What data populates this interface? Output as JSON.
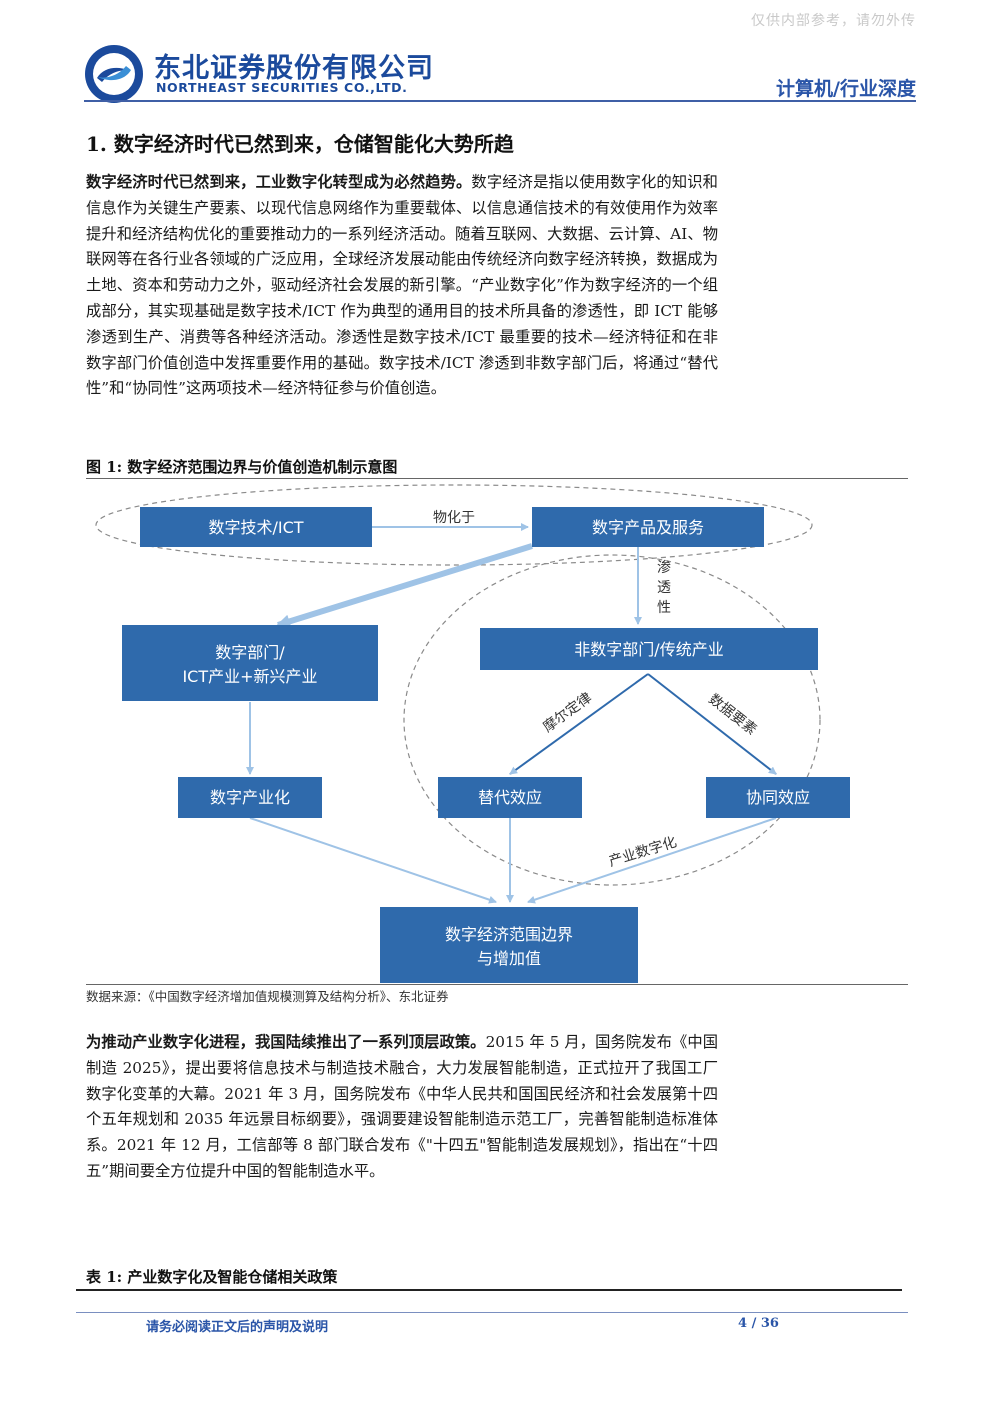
{
  "watermark": "仅供内部参考，请勿外传",
  "header": {
    "company_cn": "东北证券股份有限公司",
    "company_en": "NORTHEAST SECURITIES CO.,LTD.",
    "category": "计算机/行业深度"
  },
  "section": {
    "title": "1.  数字经济时代已然到来，仓储智能化大势所趋"
  },
  "para1": {
    "lead": "数字经济时代已然到来，工业数字化转型成为必然趋势。",
    "body": "数字经济是指以使用数字化的知识和信息作为关键生产要素、以现代信息网络作为重要载体、以信息通信技术的有效使用作为效率提升和经济结构优化的重要推动力的一系列经济活动。随着互联网、大数据、云计算、AI、物联网等在各行业各领域的广泛应用，全球经济发展动能由传统经济向数字经济转换，数据成为土地、资本和劳动力之外，驱动经济社会发展的新引擎。“产业数字化”作为数字经济的一个组成部分，其实现基础是数字技术/ICT 作为典型的通用目的技术所具备的渗透性，即 ICT 能够渗透到生产、消费等各种经济活动。渗透性是数字技术/ICT 最重要的技术—经济特征和在非数字部门价值创造中发挥重要作用的基础。数字技术/ICT 渗透到非数字部门后，将通过“替代性”和“协同性”这两项技术—经济特征参与价值创造。"
  },
  "figure": {
    "title": "图 1:  数字经济范围边界与价值创造机制示意图",
    "nodes": {
      "tech": "数字技术/ICT",
      "product": "数字产品及服务",
      "digital_dept_1": "数字部门/",
      "digital_dept_2": "ICT产业+新兴产业",
      "non_digital": "非数字部门/传统产业",
      "industrialization": "数字产业化",
      "substitution": "替代效应",
      "synergy": "协同效应",
      "boundary_1": "数字经济范围边界",
      "boundary_2": "与增加值"
    },
    "edges": {
      "materialize": "物化于",
      "penetration_1": "渗",
      "penetration_2": "透",
      "penetration_3": "性",
      "moore": "摩尔定律",
      "data_factor": "数据要素",
      "industry_digital": "产业数字化"
    },
    "colors": {
      "box": "#2f6aac",
      "arrow": "#9fc3e6",
      "ellipse": "#8a8a8a"
    },
    "source": "数据来源：《中国数字经济增加值规模测算及结构分析》、东北证券"
  },
  "para2": {
    "lead": "为推动产业数字化进程，我国陆续推出了一系列顶层政策。",
    "body": "2015 年 5 月，国务院发布《中国制造 2025》，提出要将信息技术与制造技术融合，大力发展智能制造，正式拉开了我国工厂数字化变革的大幕。2021 年 3 月，国务院发布《中华人民共和国国民经济和社会发展第十四个五年规划和 2035 年远景目标纲要》，强调要建设智能制造示范工厂，完善智能制造标准体系。2021 年 12 月，工信部等 8 部门联合发布《\"十四五\"智能制造发展规划》，指出在“十四五”期间要全方位提升中国的智能制造水平。"
  },
  "table": {
    "title": "表 1:  产业数字化及智能仓储相关政策"
  },
  "footer": {
    "notice": "请务必阅读正文后的声明及说明",
    "page": "4 / 36"
  }
}
